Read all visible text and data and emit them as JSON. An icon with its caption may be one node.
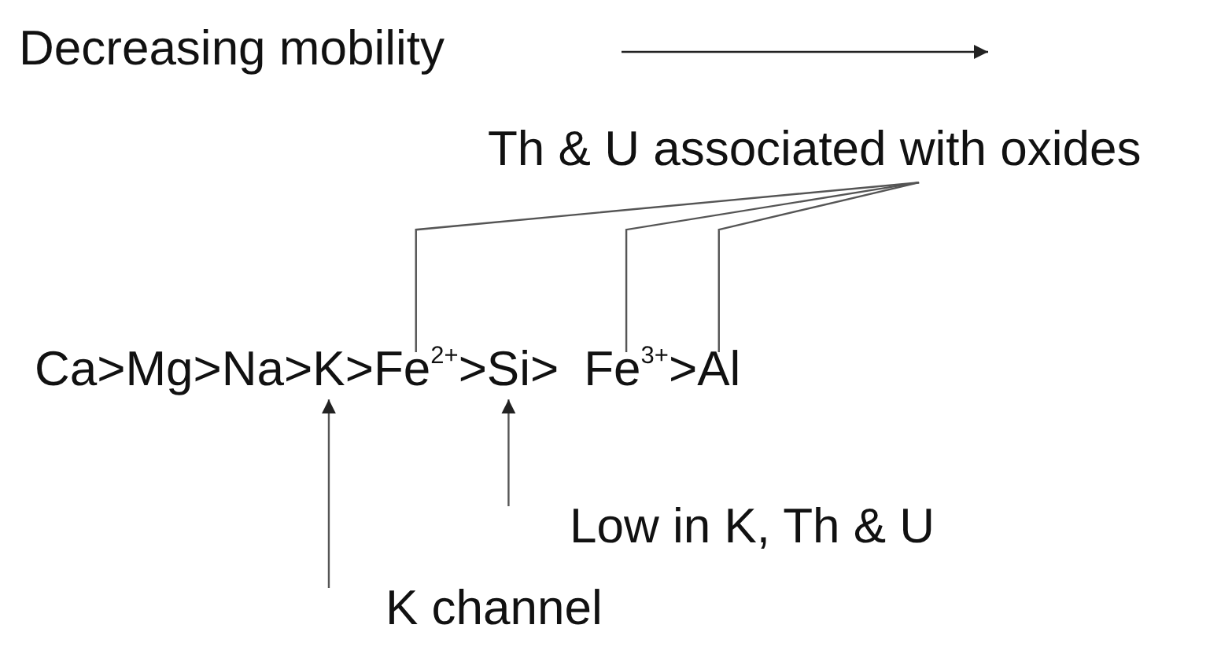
{
  "diagram": {
    "nodes": [
      {
        "text": [
          "Th & U associated with oxides"
        ]
      },
      {
        "text": [
          "K"
        ]
      },
      {
        "text": [
          "Fe$^{2+}$"
        ]
      },
      {
        "text": [
          "Si"
        ]
      },
      {
        "text": [
          "Fe$^{3+}$"
        ]
      },
      {
        "text": [
          "Al"
        ]
      },
      {
        "text": [
          "Low in K, Th & U"
        ]
      },
      {
        "text": [
          "K channel"
        ]
      }
    ],
    "edges": [
      {
        "from": 0,
        "to": 2,
        "arrow": "none"
      },
      {
        "from": 0,
        "to": 4,
        "arrow": "none"
      },
      {
        "from": 0,
        "to": 5,
        "arrow": "none"
      },
      {
        "from": 6,
        "to": 3,
        "arrow": "to"
      },
      {
        "from": 7,
        "to": 1,
        "arrow": "to"
      }
    ],
    "labels": [
      "Decreasing mobility",
      "Ca>Mg>Na>",
      ">",
      ">",
      ">",
      ">"
    ]
  }
}
